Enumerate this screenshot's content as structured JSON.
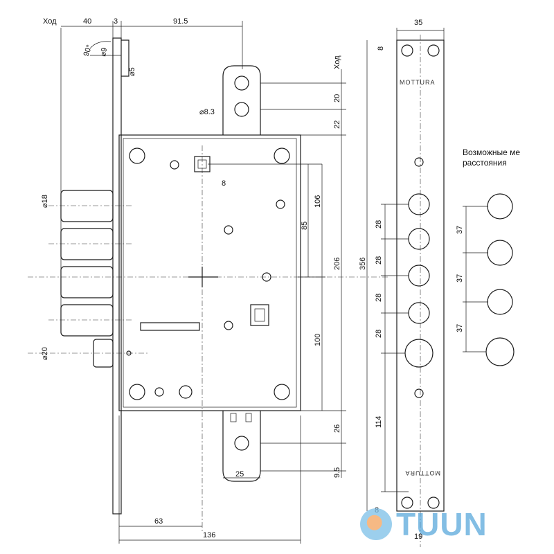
{
  "labels": {
    "stroke_left": "Ход",
    "stroke_right": "Ход",
    "note_line1": "Возможные ме",
    "note_line2": "расстояния",
    "brand_top": "MOTTURA",
    "brand_bottom": "MOTTURA",
    "watermark": "TUUN"
  },
  "dimensions": {
    "top_40": "40",
    "top_3": "3",
    "top_915": "91.5",
    "angle_90": "90°",
    "dia_9": "⌀9",
    "dia_5": "⌀5",
    "d20": "20",
    "d22": "22",
    "dia_83": "⌀8.3",
    "sq_8": "8",
    "d106": "106",
    "d85": "85",
    "d206": "206",
    "d356": "356",
    "d100": "100",
    "dia_18": "⌀18",
    "dia_20": "⌀20",
    "d26": "26",
    "d95": "9.5",
    "d25": "25",
    "d63": "63",
    "d136": "136",
    "d35": "35",
    "d8_top": "8",
    "d8_bottom": "8",
    "d28_1": "28",
    "d28_2": "28",
    "d28_3": "28",
    "d28_4": "28",
    "d114": "114",
    "d19": "19",
    "d37_1": "37",
    "d37_2": "37",
    "d37_3": "37"
  },
  "colors": {
    "line": "#1a1a1a",
    "watermark": "#5aa9dc",
    "watermark_accent": "#f3a25b"
  }
}
